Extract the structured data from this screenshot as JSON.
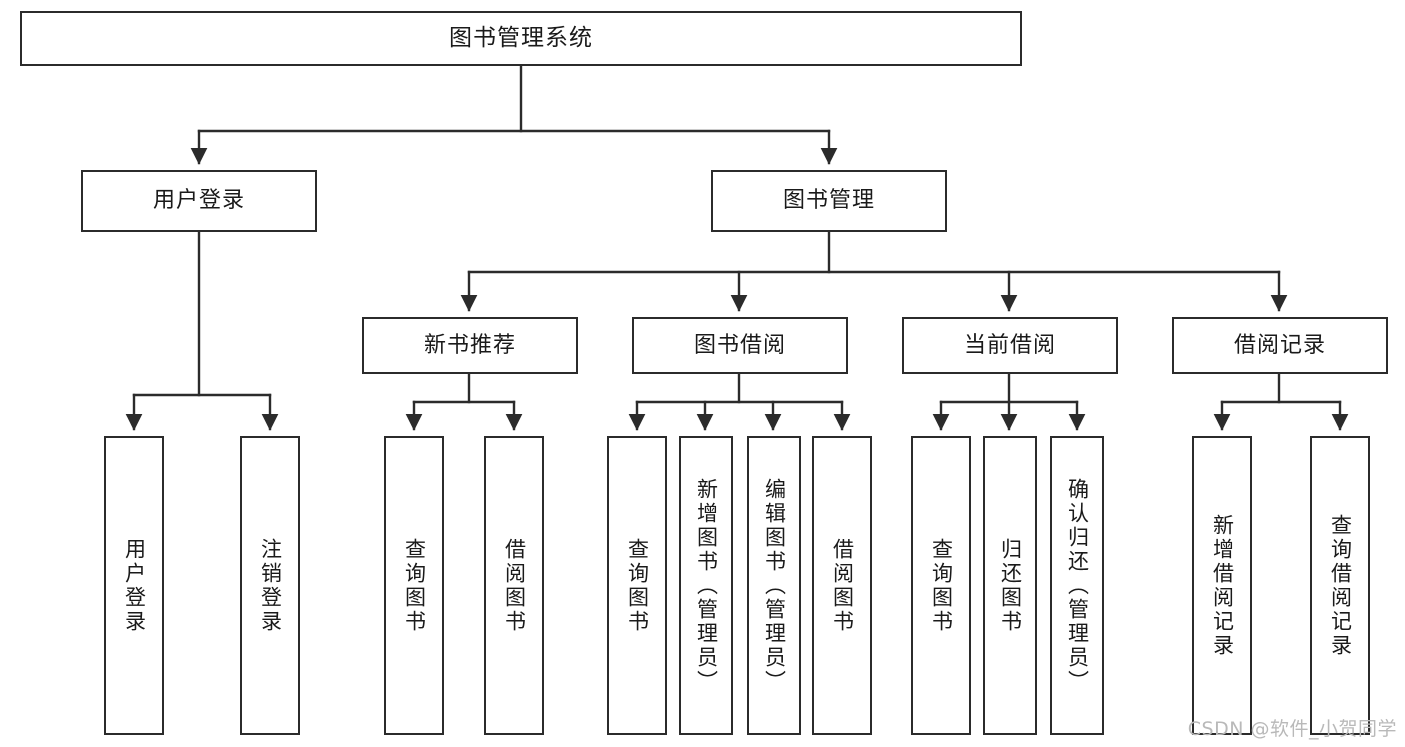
{
  "diagram": {
    "title": "图书管理系统",
    "watermark": "CSDN @软件_小贺同学",
    "stroke_color": "#2b2b2b",
    "fill_color": "#ffffff",
    "text_color": "#1a1a1a",
    "watermark_color": "#b9b9b9"
  },
  "nodes": {
    "root": {
      "label": "图书管理系统"
    },
    "level2": [
      {
        "label": "用户登录"
      },
      {
        "label": "图书管理"
      }
    ],
    "level3": [
      {
        "label": "新书推荐"
      },
      {
        "label": "图书借阅"
      },
      {
        "label": "当前借阅"
      },
      {
        "label": "借阅记录"
      }
    ],
    "leaves": {
      "user_login": [
        {
          "label": "用户登录"
        },
        {
          "label": "注销登录"
        }
      ],
      "new_book_recommend": [
        {
          "label": "查询图书"
        },
        {
          "label": "借阅图书"
        }
      ],
      "book_borrow": [
        {
          "label": "查询图书"
        },
        {
          "label": "新增图书（管理员）"
        },
        {
          "label": "编辑图书（管理员）"
        },
        {
          "label": "借阅图书"
        }
      ],
      "current_borrow": [
        {
          "label": "查询图书"
        },
        {
          "label": "归还图书"
        },
        {
          "label": "确认归还（管理员）"
        }
      ],
      "borrow_record": [
        {
          "label": "新增借阅记录"
        },
        {
          "label": "查询借阅记录"
        }
      ]
    }
  },
  "chart_data": {
    "type": "tree",
    "title": "图书管理系统",
    "root": "图书管理系统",
    "edges": [
      [
        "图书管理系统",
        "用户登录"
      ],
      [
        "图书管理系统",
        "图书管理"
      ],
      [
        "用户登录",
        "用户登录"
      ],
      [
        "用户登录",
        "注销登录"
      ],
      [
        "图书管理",
        "新书推荐"
      ],
      [
        "图书管理",
        "图书借阅"
      ],
      [
        "图书管理",
        "当前借阅"
      ],
      [
        "图书管理",
        "借阅记录"
      ],
      [
        "新书推荐",
        "查询图书"
      ],
      [
        "新书推荐",
        "借阅图书"
      ],
      [
        "图书借阅",
        "查询图书"
      ],
      [
        "图书借阅",
        "新增图书（管理员）"
      ],
      [
        "图书借阅",
        "编辑图书（管理员）"
      ],
      [
        "图书借阅",
        "借阅图书"
      ],
      [
        "当前借阅",
        "查询图书"
      ],
      [
        "当前借阅",
        "归还图书"
      ],
      [
        "当前借阅",
        "确认归还（管理员）"
      ],
      [
        "借阅记录",
        "新增借阅记录"
      ],
      [
        "借阅记录",
        "查询借阅记录"
      ]
    ]
  }
}
